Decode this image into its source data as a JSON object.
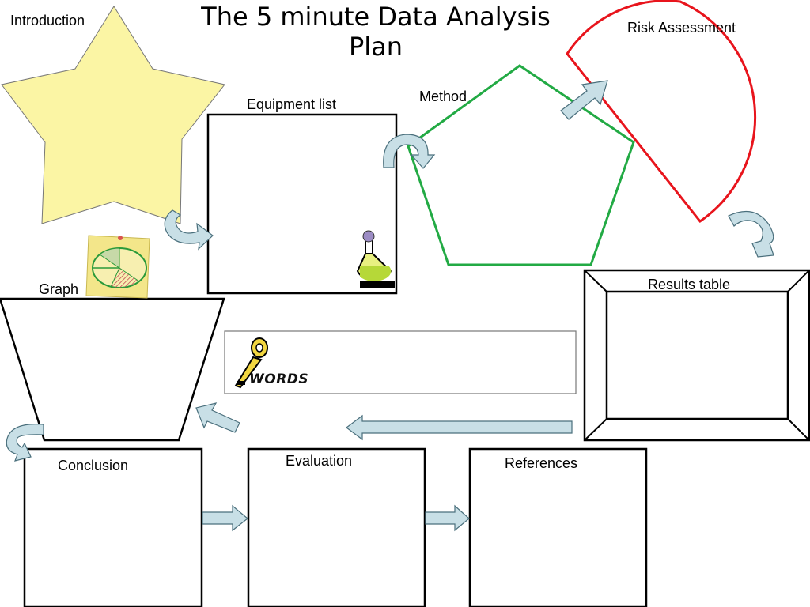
{
  "title": {
    "line1": "The 5 minute Data Analysis",
    "line2": "Plan"
  },
  "labels": {
    "introduction": "Introduction",
    "equipment_list": "Equipment list",
    "method": "Method",
    "risk_assessment": "Risk Assessment",
    "graph": "Graph",
    "results_table": "Results table",
    "conclusion": "Conclusion",
    "evaluation": "Evaluation",
    "references": "References"
  },
  "key_words_banner": "WORDS",
  "colors": {
    "star_fill": "#fbf5a4",
    "pentagon_stroke": "#22aa44",
    "risk_stroke": "#e8141c",
    "arrow_fill": "#c8dfe6",
    "arrow_stroke": "#4a6f7c",
    "note_fill": "#f3e68a"
  },
  "icons": [
    "flask-icon",
    "key-icon",
    "pie-chart-note-icon"
  ]
}
